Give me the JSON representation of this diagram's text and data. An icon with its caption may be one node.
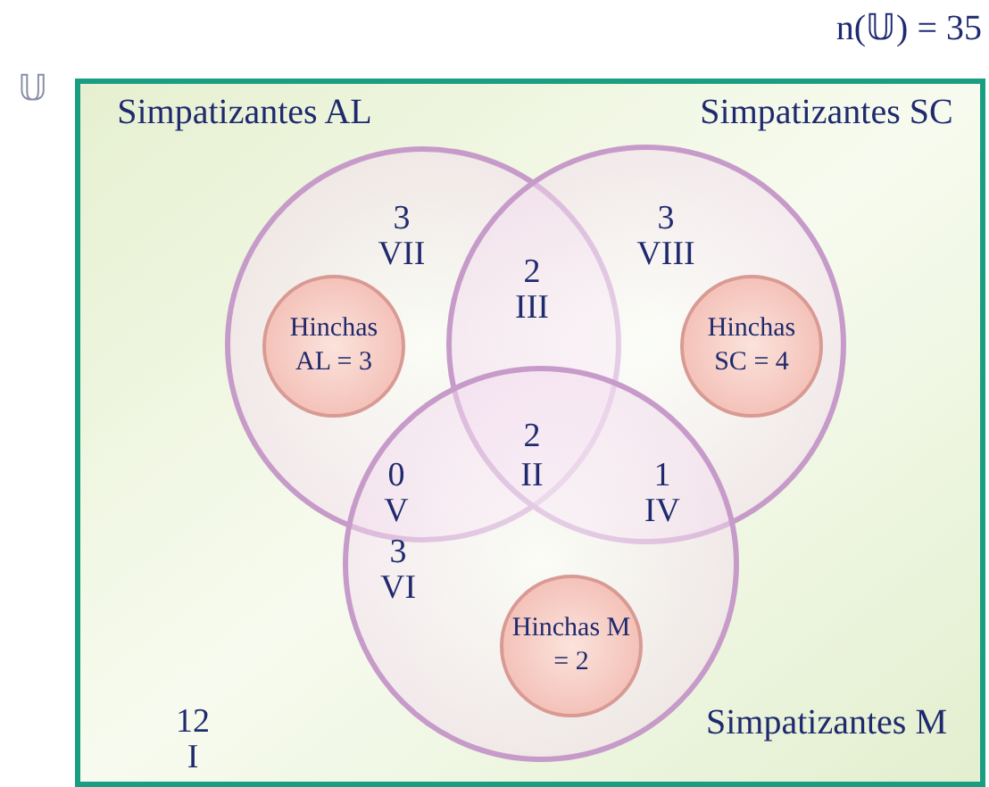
{
  "diagram": {
    "nodes": [
      {
        "text": [
          "𝕌"
        ],
        "beside": [
          "n(𝕌) = 35"
        ]
      },
      {
        "text": [
          "Simpatizantes AL"
        ],
        "in": 0
      },
      {
        "text": [
          "Simpatizantes SC"
        ],
        "in": 0
      },
      {
        "text": [
          "Hinchas AL = 3"
        ],
        "in": 1
      },
      {
        "text": [
          "Hinchas SC = 4"
        ],
        "in": 2
      },
      {
        "text": [
          "Simpatizantes M"
        ],
        "in": 0
      },
      {
        "text": [
          "Hinchas M = 2"
        ],
        "in": 5
      }
    ],
    "labels": [
      "3",
      "VII",
      "2",
      "III",
      "3",
      "VIII",
      "2",
      "II",
      "0",
      "V",
      "1",
      "IV",
      "3",
      "VI",
      "12",
      "I"
    ]
  }
}
